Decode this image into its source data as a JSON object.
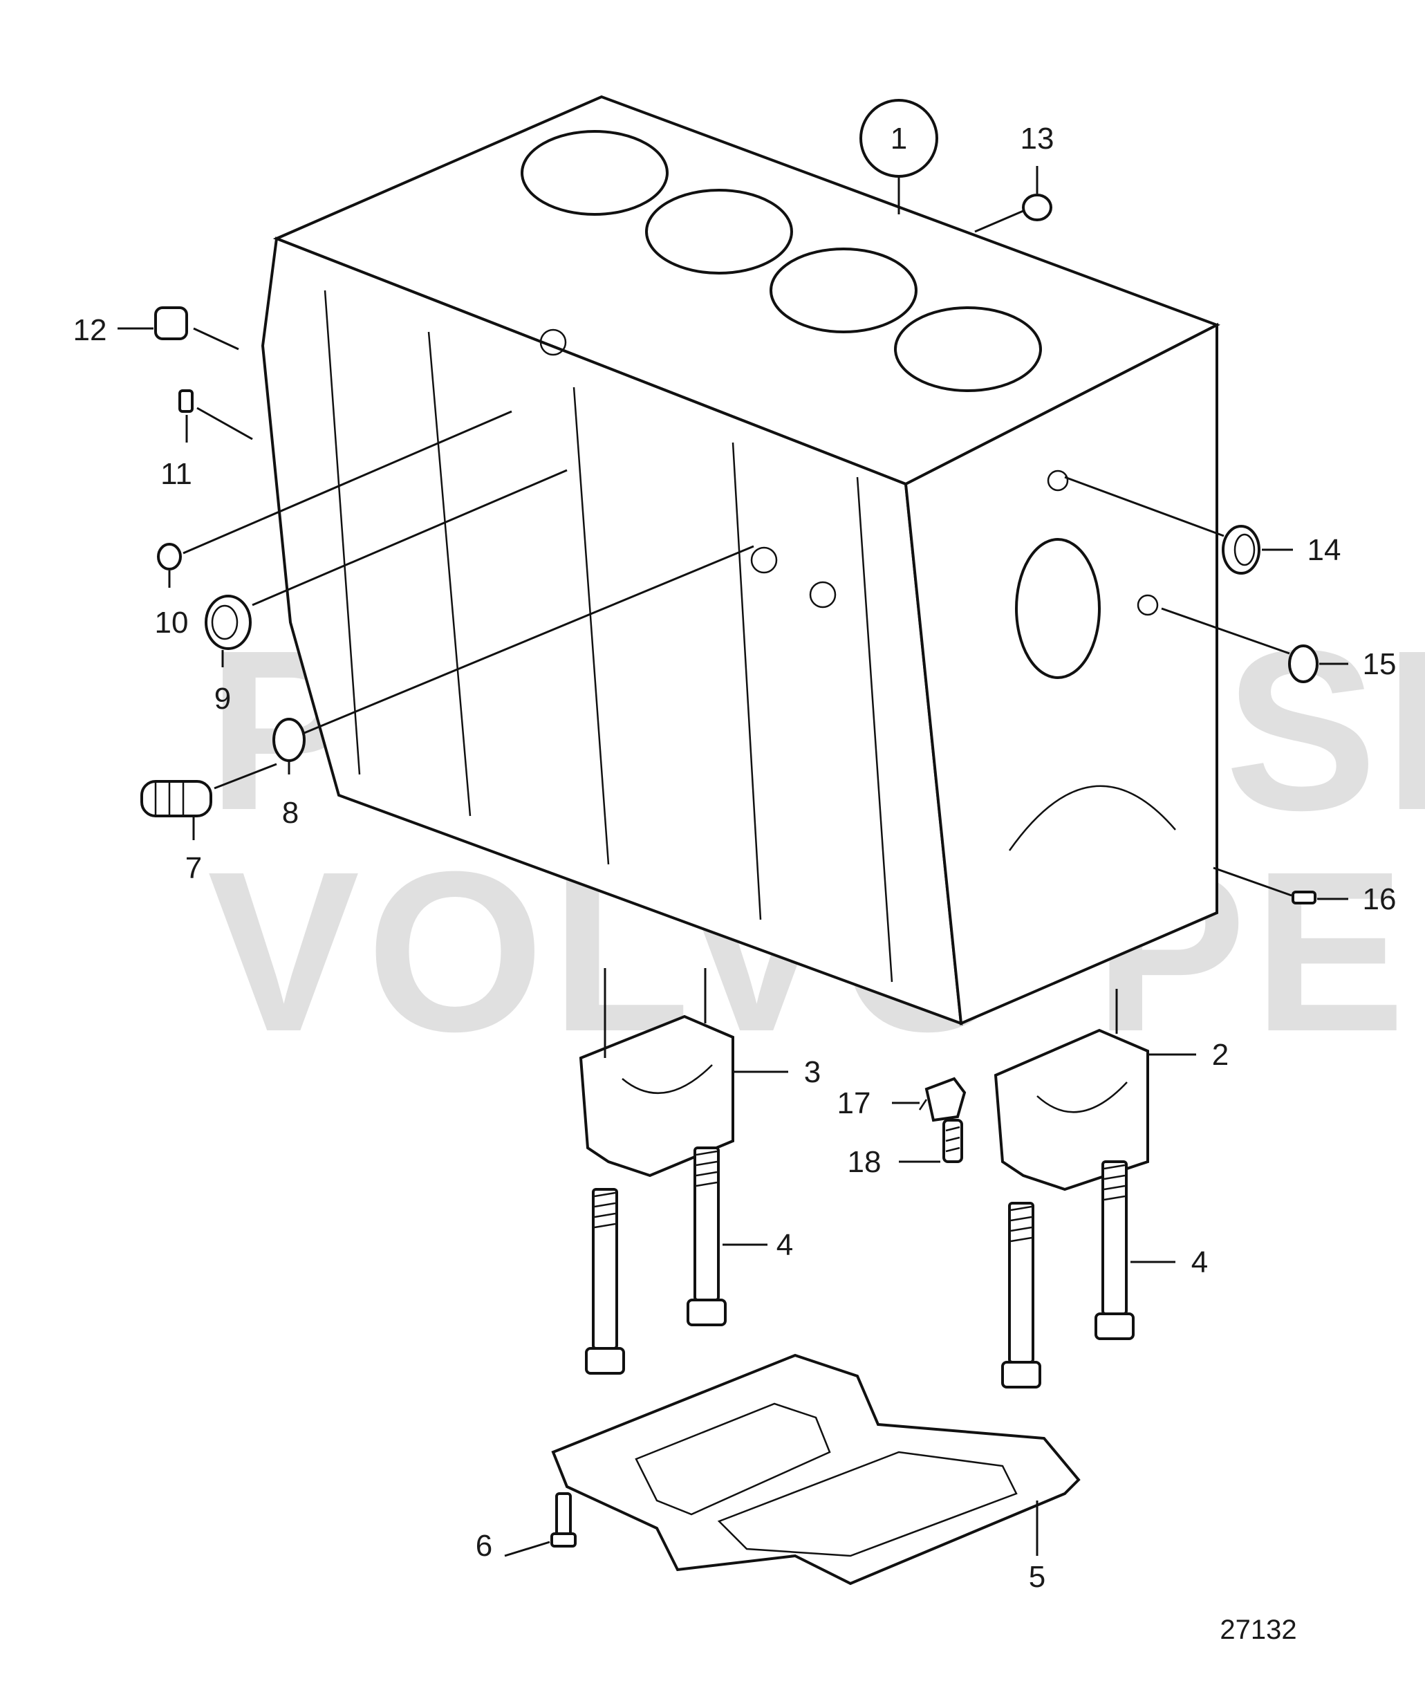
{
  "watermark": {
    "line1": "PURCHASE",
    "line2": "VOLVO PENTA"
  },
  "figure_number": "27132",
  "callouts": {
    "c1": "1",
    "c2": "2",
    "c3": "3",
    "c4a": "4",
    "c4b": "4",
    "c5": "5",
    "c6": "6",
    "c7": "7",
    "c8": "8",
    "c9": "9",
    "c10": "10",
    "c11": "11",
    "c12": "12",
    "c13": "13",
    "c14": "14",
    "c15": "15",
    "c16": "16",
    "c17": "17",
    "c18": "18"
  },
  "colors": {
    "ink": "#111111",
    "watermark": "#c8c8c8",
    "background": "#ffffff"
  }
}
